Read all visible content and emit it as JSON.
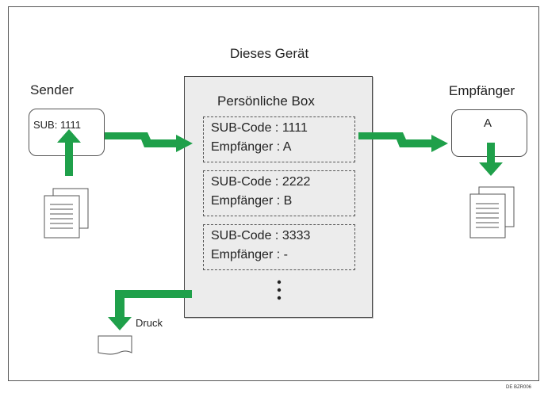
{
  "diagram": {
    "title": "Dieses Gerät",
    "sender": {
      "label": "Sender",
      "code": "SUB: 1111"
    },
    "receiver": {
      "label": "Empfänger",
      "code": "A"
    },
    "box": {
      "title": "Persönliche Box",
      "slots": [
        {
          "code": "SUB-Code : 1111",
          "receiver": "Empfänger : A"
        },
        {
          "code": "SUB-Code : 2222",
          "receiver": "Empfänger : B"
        },
        {
          "code": "SUB-Code : 3333",
          "receiver": "Empfänger : -"
        }
      ]
    },
    "print_label": "Druck",
    "reference": "DE BZR006"
  },
  "colors": {
    "arrow": "#1fa04a",
    "device_fill": "#ececec",
    "line": "#555555"
  }
}
